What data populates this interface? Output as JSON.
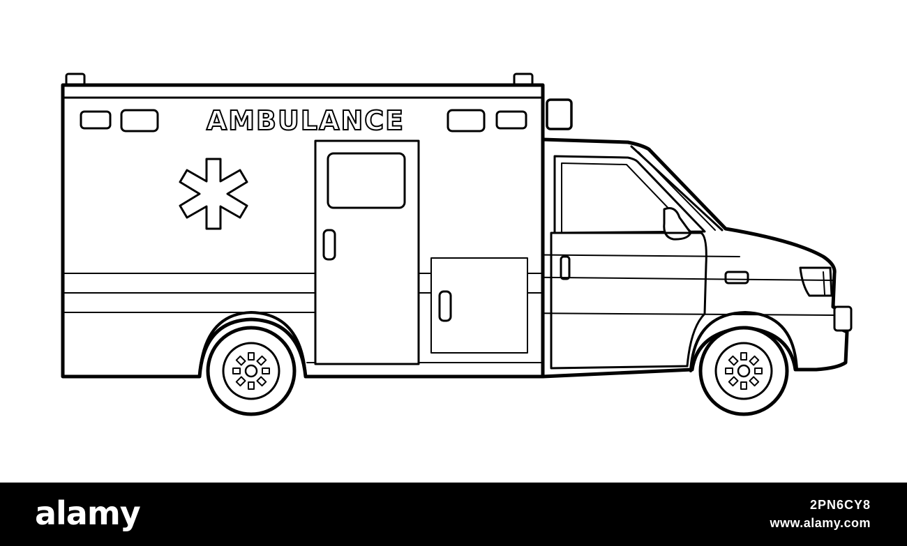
{
  "illustration": {
    "vehicle_label": "AMBULANCE",
    "stroke_color": "#000000",
    "fill_color": "#ffffff"
  },
  "footer": {
    "brand": "alamy",
    "image_id": "2PN6CY8",
    "url": "www.alamy.com",
    "background": "#000000",
    "text_color": "#ffffff"
  }
}
